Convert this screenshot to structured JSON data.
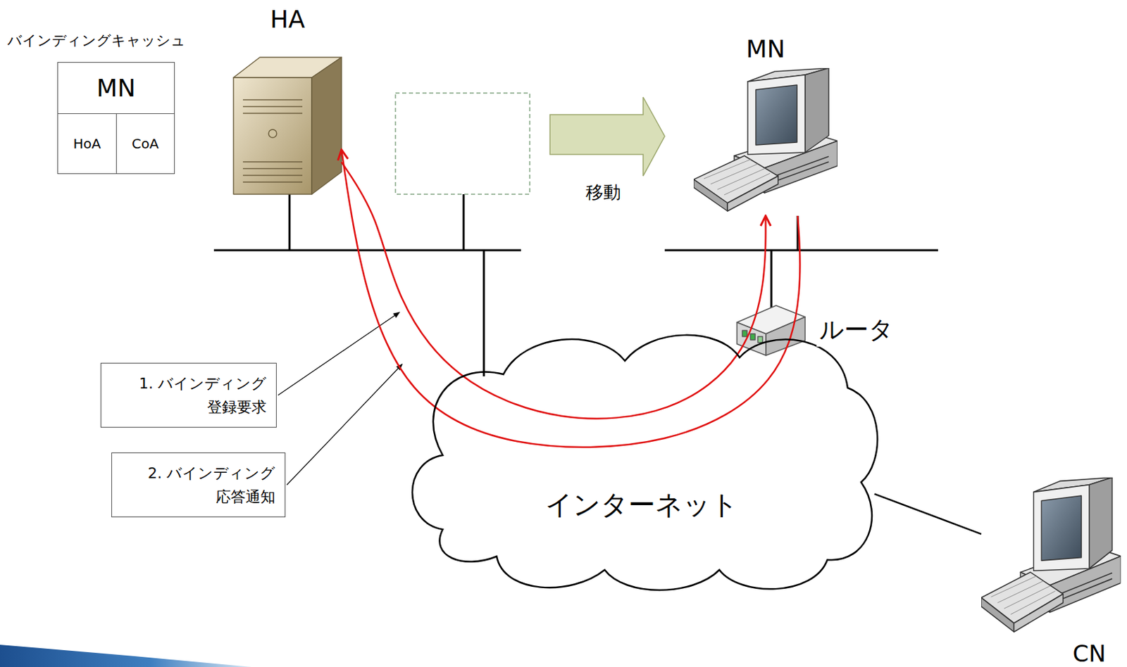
{
  "diagram": {
    "nodes": [
      {
        "text": [
          "バインディングキャッシュ",
          "MN",
          "HoA",
          "CoA"
        ]
      },
      {
        "text": [
          "HA"
        ]
      },
      {
        "text": [
          "MN"
        ]
      },
      {
        "text": [
          "ルータ"
        ]
      },
      {
        "text": [
          "1. バインディング 登録要求"
        ]
      },
      {
        "text": [
          "2. バインディング 応答通知"
        ]
      },
      {
        "text": [
          "インターネット"
        ]
      },
      {
        "text": [
          "CN"
        ]
      }
    ],
    "edges": [
      {
        "from": 2,
        "to": 1,
        "arrow": "to"
      },
      {
        "from": 1,
        "to": 2,
        "arrow": "to"
      },
      {
        "from": 6,
        "to": 7,
        "arrow": "none"
      }
    ],
    "labels": [
      "移動"
    ]
  }
}
